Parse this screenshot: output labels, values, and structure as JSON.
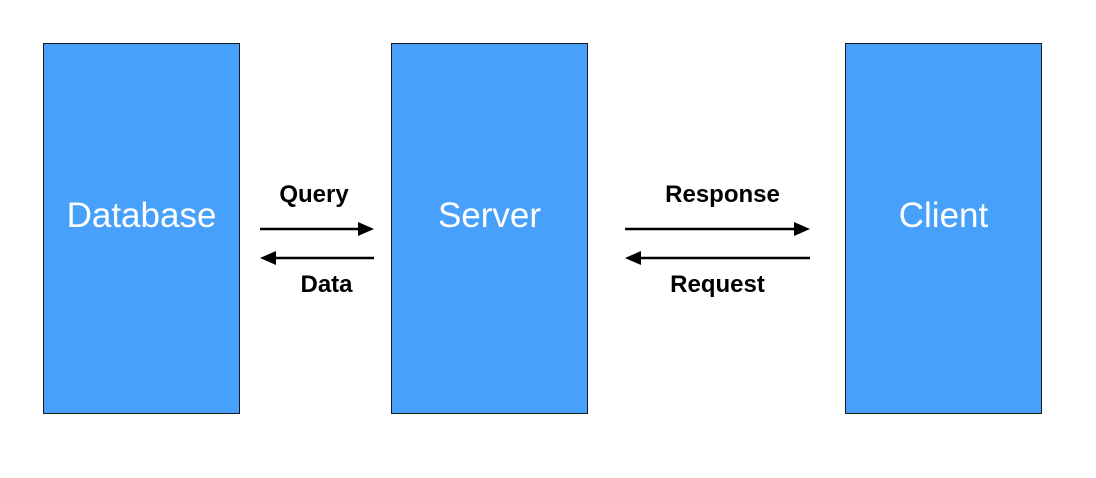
{
  "diagram": {
    "nodes": {
      "database": "Database",
      "server": "Server",
      "client": "Client"
    },
    "edges": {
      "query": "Query",
      "data": "Data",
      "response": "Response",
      "request": "Request"
    }
  },
  "colors": {
    "box_fill": "#47a0fa",
    "box_border": "#1a1a1a",
    "arrow": "#000000"
  }
}
